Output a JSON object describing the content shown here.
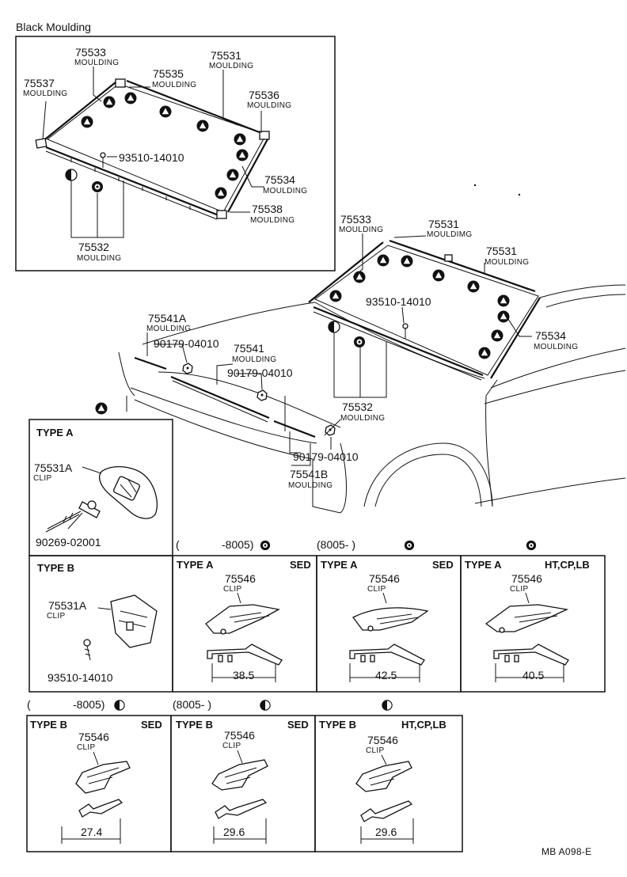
{
  "title": "Black Moulding",
  "figure_code": "MB A098-E",
  "inset": {
    "parts": [
      {
        "number": "75533",
        "label": "MOULDING"
      },
      {
        "number": "75531",
        "label": "MOULDING"
      },
      {
        "number": "75535",
        "label": "MOULDING"
      },
      {
        "number": "75537",
        "label": "MOULDING"
      },
      {
        "number": "75536",
        "label": "MOULDING"
      },
      {
        "number": "93510-14010",
        "label": ""
      },
      {
        "number": "75534",
        "label": "MOULDING"
      },
      {
        "number": "75538",
        "label": "MOULDING"
      },
      {
        "number": "75532",
        "label": "MOULDING"
      }
    ]
  },
  "main": {
    "parts": [
      {
        "number": "75533",
        "label": "MOULDING"
      },
      {
        "number": "75531",
        "label": "MOULDIMG"
      },
      {
        "number": "75531",
        "label": "MOULDING"
      },
      {
        "number": "93510-14010",
        "label": ""
      },
      {
        "number": "75534",
        "label": "MOULDING"
      },
      {
        "number": "75541A",
        "label": "MOULDING"
      },
      {
        "number": "90179-04010",
        "label": ""
      },
      {
        "number": "75541",
        "label": "MOULDING"
      },
      {
        "number": "90179-04010",
        "label": ""
      },
      {
        "number": "75532",
        "label": "MOULDING"
      },
      {
        "number": "90179-04010",
        "label": ""
      },
      {
        "number": "75541B",
        "label": "MOULDING"
      }
    ]
  },
  "type_boxes": {
    "type_a_large": {
      "heading": "TYPE A",
      "part": "75531A",
      "part_label": "CLIP",
      "screw": "90269-02001"
    },
    "type_b_large": {
      "heading": "TYPE B",
      "part": "75531A",
      "part_label": "CLIP",
      "screw": "93510-14010"
    }
  },
  "row_a": {
    "headers": [
      "(        -8005)",
      "(8005-          )",
      ""
    ],
    "cells": [
      {
        "type": "TYPE A",
        "variant": "SED",
        "part": "75546",
        "part_label": "CLIP",
        "dimension": "38.5"
      },
      {
        "type": "TYPE A",
        "variant": "SED",
        "part": "75546",
        "part_label": "CLIP",
        "dimension": "42.5"
      },
      {
        "type": "TYPE A",
        "variant": "HT,CP,LB",
        "part": "75546",
        "part_label": "CLIP",
        "dimension": "40.5"
      }
    ]
  },
  "row_b": {
    "headers": [
      "(        -8005)",
      "(8005-          )",
      ""
    ],
    "cells": [
      {
        "type": "TYPE B",
        "variant": "SED",
        "part": "75546",
        "part_label": "CLIP",
        "dimension": "27.4"
      },
      {
        "type": "TYPE B",
        "variant": "SED",
        "part": "75546",
        "part_label": "CLIP",
        "dimension": "29.6"
      },
      {
        "type": "TYPE B",
        "variant": "HT,CP,LB",
        "part": "75546",
        "part_label": "CLIP",
        "dimension": "29.6"
      }
    ]
  }
}
